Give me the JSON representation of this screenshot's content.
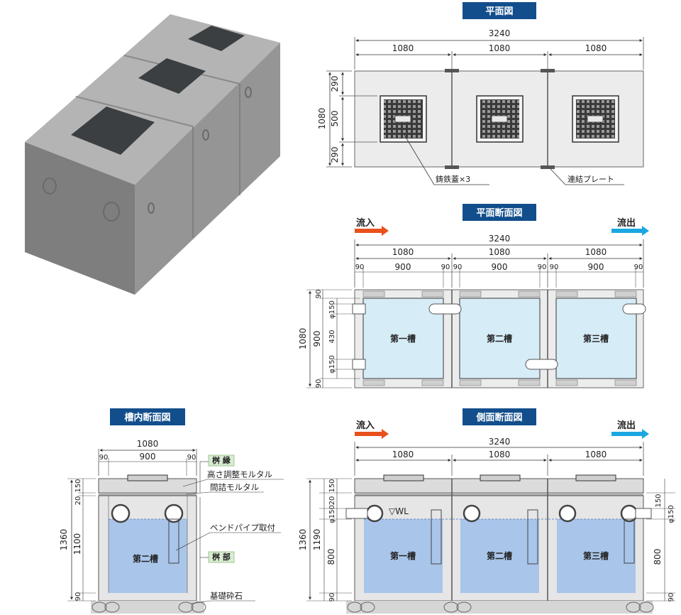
{
  "titles": {
    "plan": "平面図",
    "plan_section": "平面断面図",
    "tank_section": "槽内断面図",
    "side_section": "側面断面図"
  },
  "flow": {
    "inflow": "流入",
    "outflow": "流出",
    "inflow_color": "#e8511c",
    "outflow_color": "#1ca7e0"
  },
  "colors": {
    "header_bg": "#124e8c",
    "water": "#a9c5ea",
    "water_light": "#d6ecf7",
    "concrete": "#dcdcdc",
    "label_box": "#d9ecd3"
  },
  "plan": {
    "total": "3240",
    "seg": [
      "1080",
      "1080",
      "1080"
    ],
    "left_total": "1080",
    "left": [
      "290",
      "500",
      "290"
    ],
    "callout_cover": "鋳鉄蓋×3",
    "callout_plate": "連結プレート"
  },
  "plan_section": {
    "total": "3240",
    "seg": [
      "1080",
      "1080",
      "1080"
    ],
    "sub": [
      "90",
      "900",
      "90",
      "90",
      "900",
      "90",
      "90",
      "900",
      "90"
    ],
    "left_total": "1080",
    "left": [
      "90",
      "900",
      "90"
    ],
    "pipe_dims": [
      "φ150",
      "430",
      "φ150"
    ],
    "tanks": [
      "第一槽",
      "第二槽",
      "第三槽"
    ]
  },
  "tank_section": {
    "top": "1080",
    "top_sub": [
      "90",
      "900",
      "90"
    ],
    "left_total": "1360",
    "left": [
      "150",
      "20",
      "1100",
      "90"
    ],
    "tank": "第二槽",
    "label_rim": "桝 縁",
    "label_body": "桝 部",
    "callouts": [
      "高さ調整モルタル",
      "間詰モルタル",
      "ベンドパイプ取付",
      "基礎砕石"
    ]
  },
  "side_section": {
    "total": "3240",
    "seg": [
      "1080",
      "1080",
      "1080"
    ],
    "left_total": "1360",
    "left": [
      "150",
      "20",
      "φ150",
      "1190",
      "800",
      "90"
    ],
    "right": [
      "150",
      "φ150",
      "800",
      "90"
    ],
    "wl": "▽WL",
    "tanks": [
      "第一槽",
      "第二槽",
      "第三槽"
    ]
  }
}
